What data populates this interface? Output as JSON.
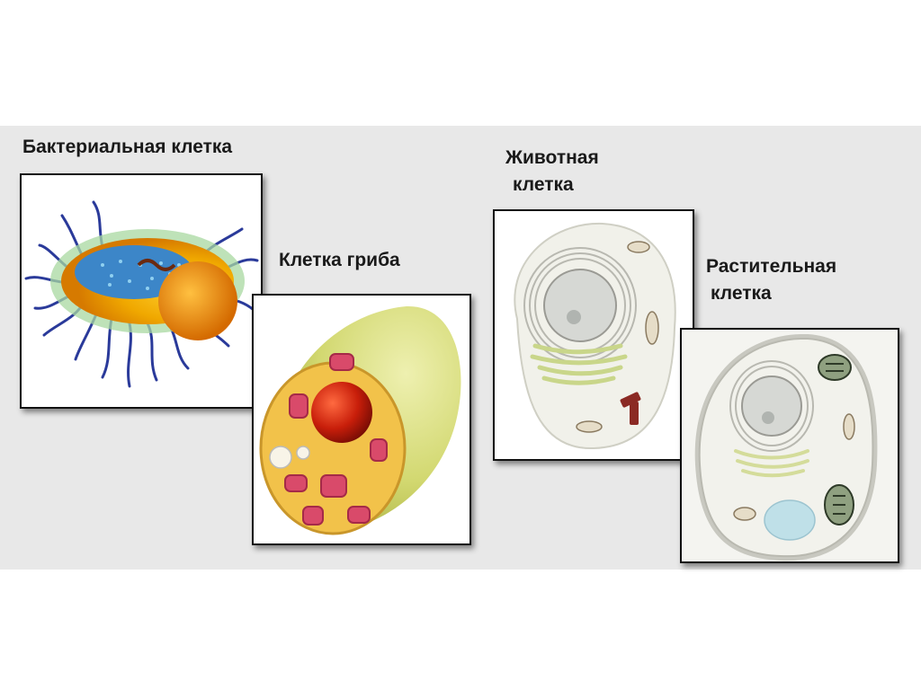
{
  "labels": {
    "bacterial": "Бактериальная клетка",
    "fungal": "Клетка гриба",
    "animal_line1": "Животная",
    "animal_line2": "клетка",
    "plant_line1": "Растительная",
    "plant_line2": "клетка"
  },
  "colors": {
    "background_band": "#e8e8e8",
    "panel_border": "#111111",
    "bacteria_capsule": "#f2b400",
    "bacteria_flagella": "#2a3a9a",
    "fungus_wall": "#d8df7a",
    "fungus_nucleus": "#c81e0a",
    "animal_cytoplasm": "#f1f1ea",
    "plant_vacuole": "#bfe0e8"
  }
}
